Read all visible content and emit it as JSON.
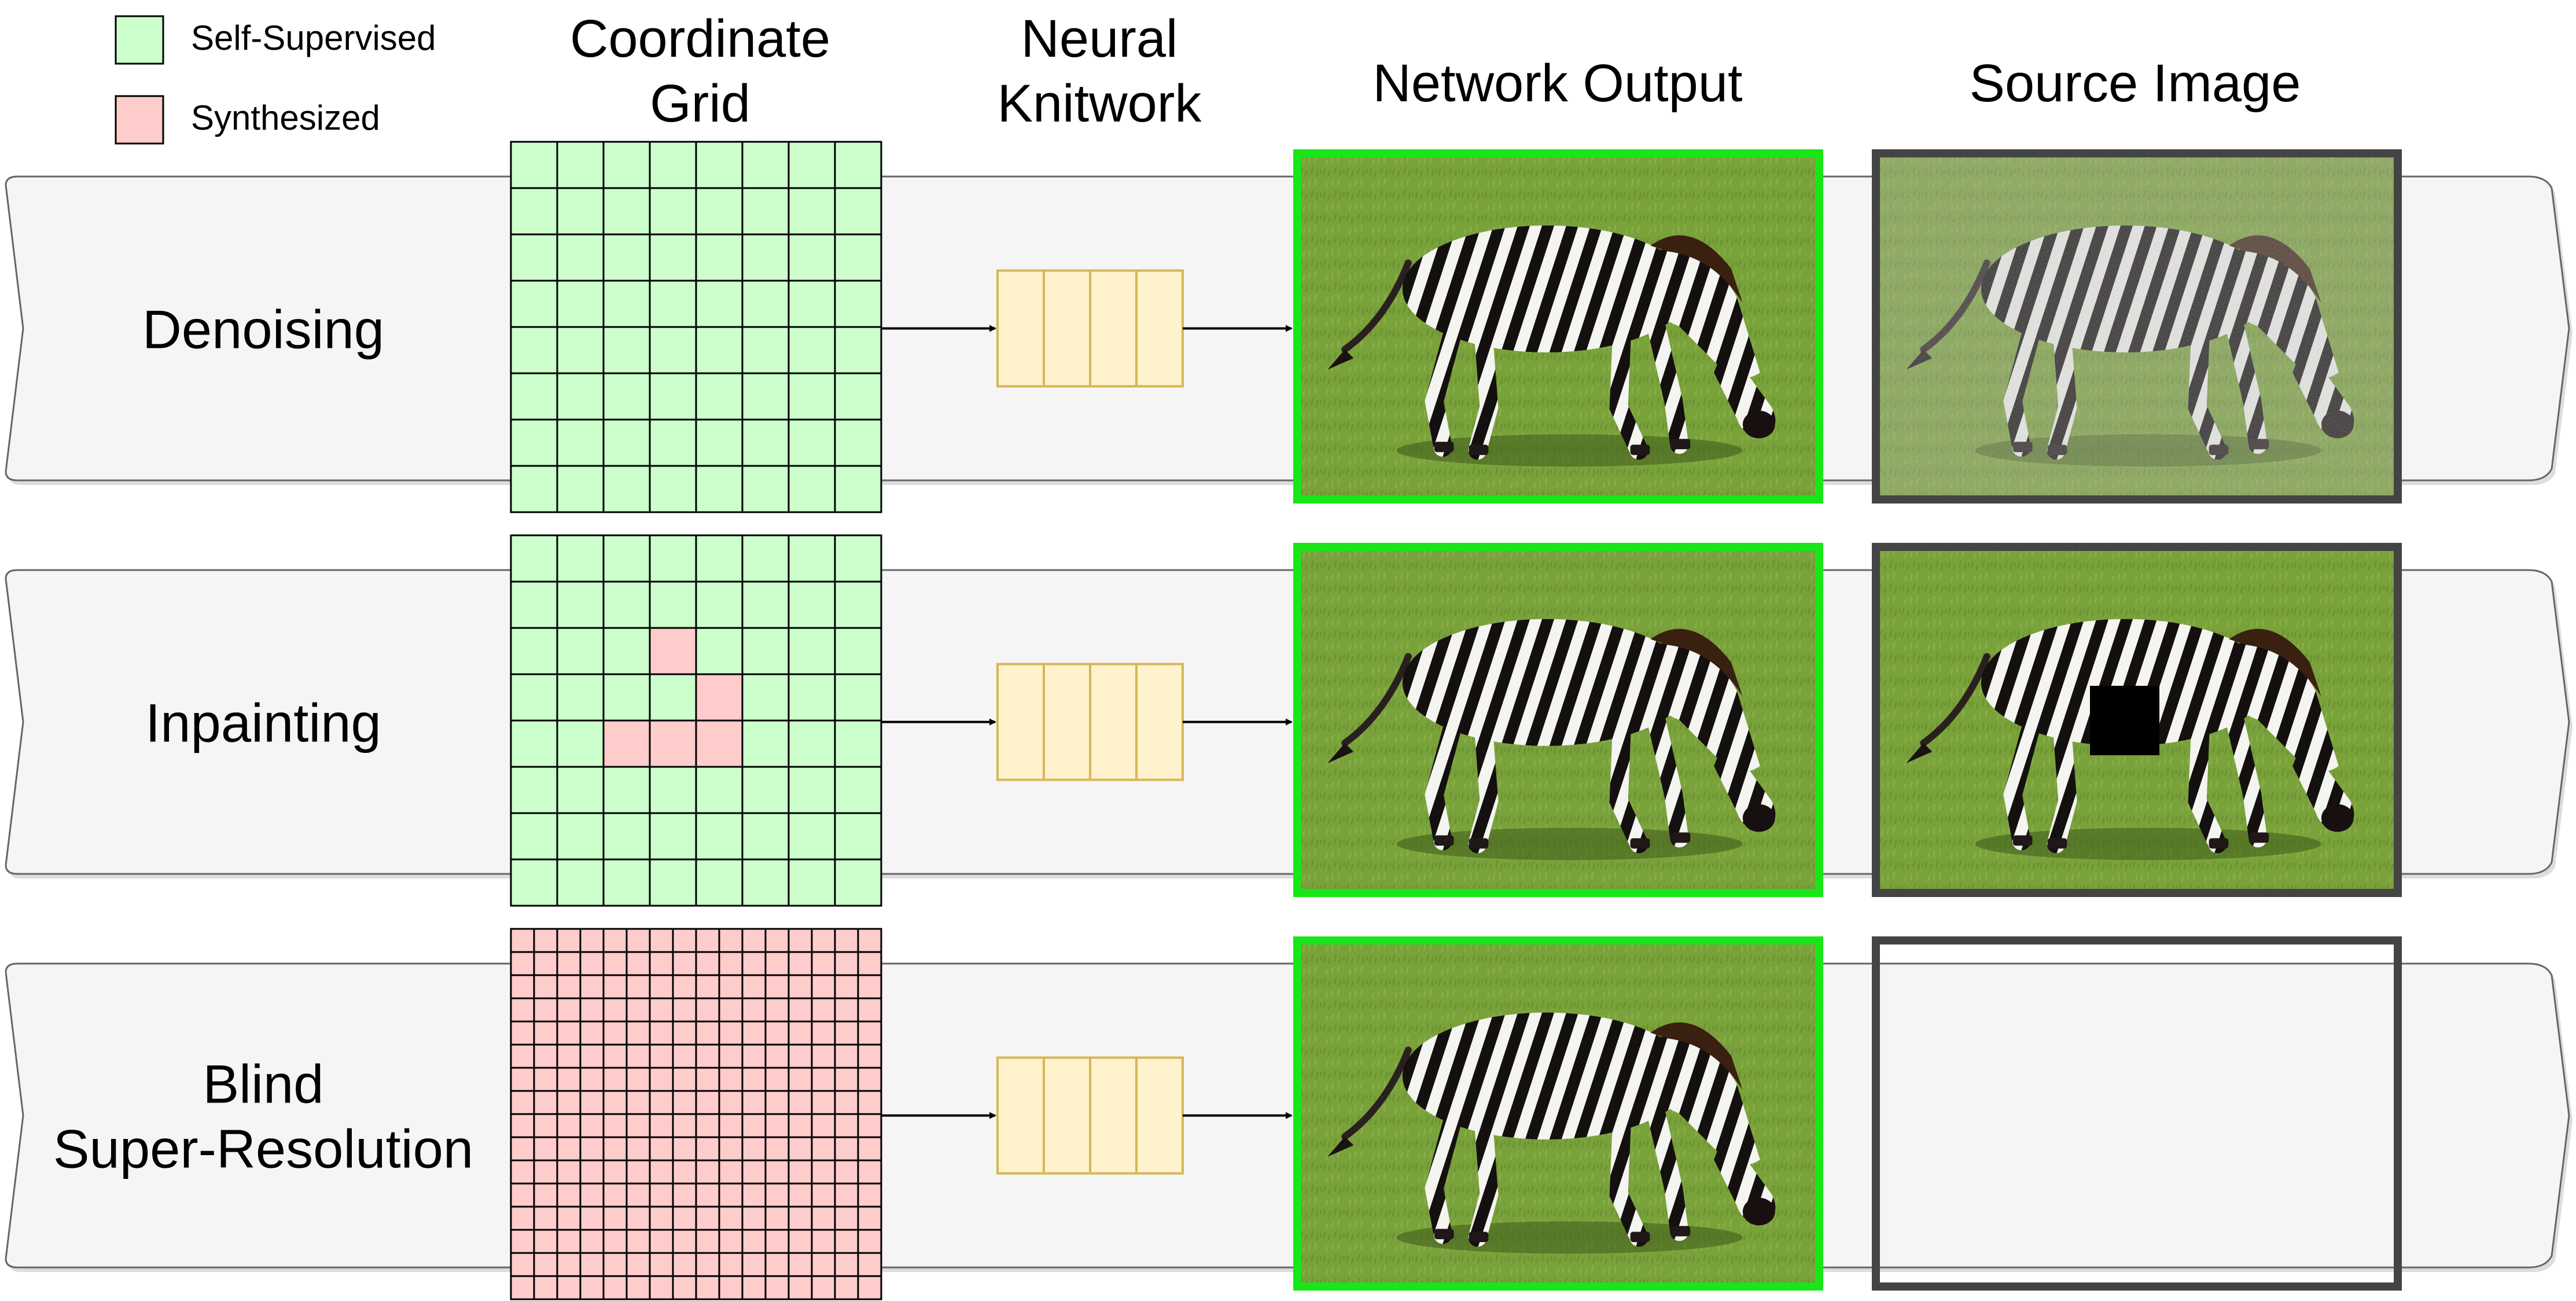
{
  "legend": {
    "items": [
      {
        "label": "Self-Supervised",
        "color": "#ccffcc"
      },
      {
        "label": "Synthesized",
        "color": "#ffcccc"
      }
    ]
  },
  "headers": {
    "coordinate_grid": [
      "Coordinate",
      "Grid"
    ],
    "neural_knitwork": [
      "Neural",
      "Knitwork"
    ],
    "network_output": "Network Output",
    "source_image": "Source Image"
  },
  "rows": [
    {
      "task": [
        "Denoising"
      ],
      "grid_cells": 8,
      "synthesized_cells": [],
      "source_variant": "noisy"
    },
    {
      "task": [
        "Inpainting"
      ],
      "grid_cells": 8,
      "synthesized_cells": [
        [
          3,
          2
        ],
        [
          2,
          4
        ],
        [
          3,
          4
        ],
        [
          4,
          3
        ],
        [
          4,
          4
        ]
      ],
      "source_variant": "masked"
    },
    {
      "task": [
        "Blind",
        "Super-Resolution"
      ],
      "grid_cells": 16,
      "synthesized_cells": "all",
      "source_variant": "blurry"
    }
  ],
  "colors": {
    "self_supervised": "#ccffcc",
    "synthesized": "#ffcccc",
    "network_block": "#fff2cc",
    "network_block_stroke": "#d6b656",
    "output_frame": "#19e619",
    "source_frame": "#444444",
    "band": "#f5f5f5",
    "band_stroke": "#666666"
  }
}
